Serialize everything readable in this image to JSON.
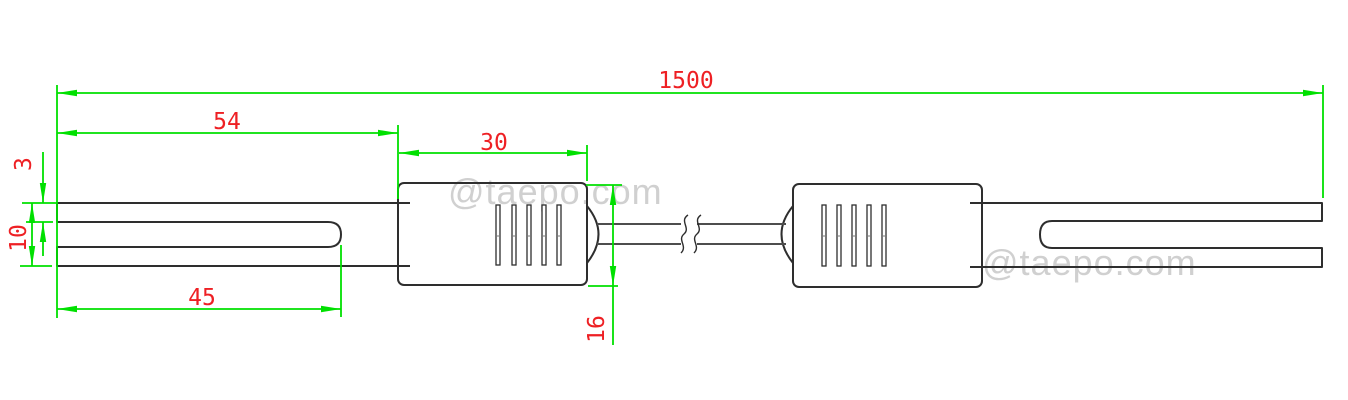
{
  "watermark": {
    "text": "@taepo.com"
  },
  "colors": {
    "dimension_line": "#00e000",
    "dimension_text": "#ee2024",
    "part_outline": "#2e2e2e",
    "cable_line": "#4d4d4d",
    "watermark_text": "#cccccc",
    "background": "#ffffff"
  },
  "dimensions": {
    "overall_length": "1500",
    "left_tab_to_connector": "54",
    "connector_body_length": "30",
    "slot_length": "45",
    "tab_thickness": "3",
    "tab_pair_height": "10",
    "connector_body_height": "16"
  }
}
